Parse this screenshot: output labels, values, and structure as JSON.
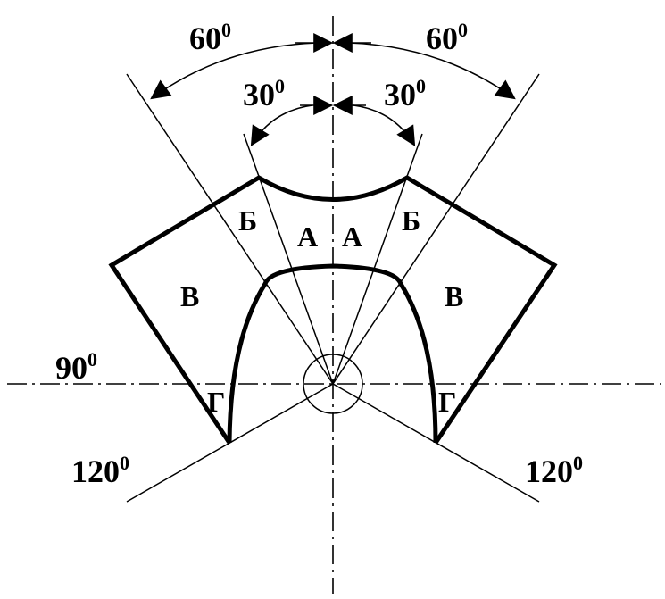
{
  "angles": {
    "outer_left": {
      "value": "60",
      "sup": "0"
    },
    "outer_right": {
      "value": "60",
      "sup": "0"
    },
    "inner_left": {
      "value": "30",
      "sup": "0"
    },
    "inner_right": {
      "value": "30",
      "sup": "0"
    },
    "horizontal": {
      "value": "90",
      "sup": "0"
    },
    "lower_left": {
      "value": "120",
      "sup": "0"
    },
    "lower_right": {
      "value": "120",
      "sup": "0"
    }
  },
  "zones": {
    "a_left": "А",
    "a_right": "А",
    "b_left": "Б",
    "b_right": "Б",
    "v_left": "В",
    "v_right": "В",
    "g_left": "Г",
    "g_right": "Г"
  }
}
